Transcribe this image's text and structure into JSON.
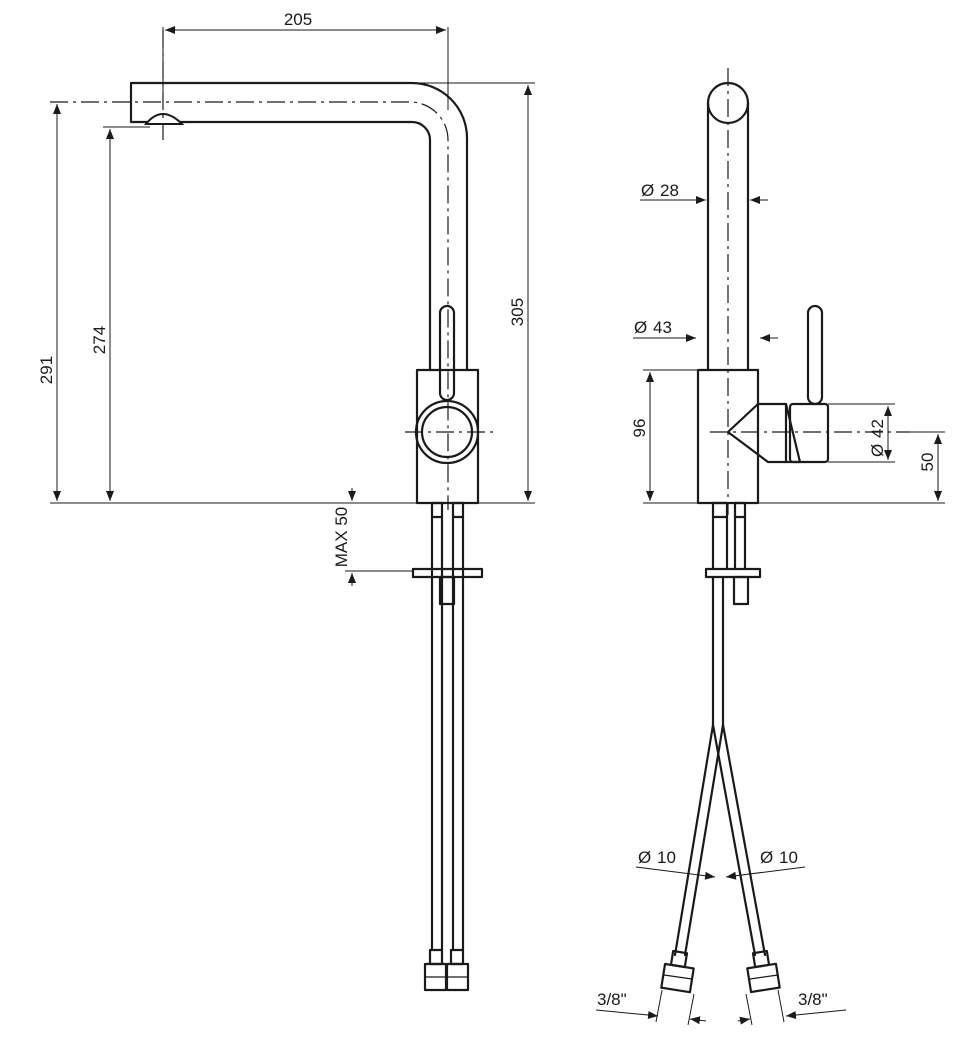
{
  "dimensions": {
    "spout_reach": "205",
    "total_height": "305",
    "height_291": "291",
    "outlet_height": "274",
    "max_deck": "MAX 50",
    "spout_dia": "28",
    "body_dia": "43",
    "body_height": "96",
    "lever_dia": "42",
    "lever_height": "50",
    "hose_dia_left": "10",
    "hose_dia_right": "10",
    "thread_left": "3/8\"",
    "thread_right": "3/8\""
  },
  "symbols": {
    "diameter": "Ø"
  }
}
